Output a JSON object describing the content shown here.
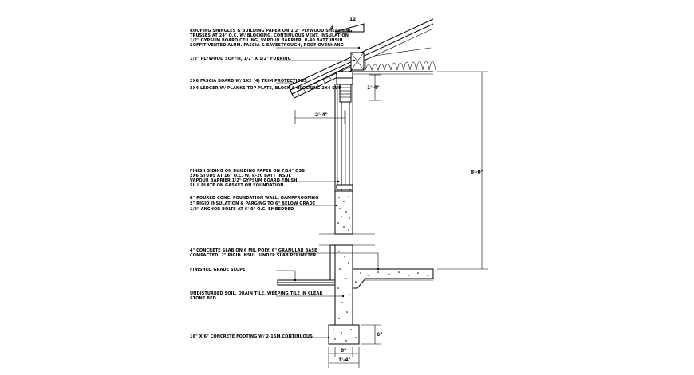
{
  "notes": {
    "roofing": [
      "ROOFING SHINGLES & BUILDING PAPER ON 1/2\" PLYWOOD SHEATHING",
      "TRUSSES AT 24\" O.C. W/ BLOCKING, CONTINUOUS VENT, INSULATION",
      "1/2\" GYPSUM BOARD CEILING, VAPOUR BARRIER, R-40 BATT INSUL",
      "SOFFIT VENTED ALUM. FASCIA & EAVESTROUGH, ROOF OVERHANG"
    ],
    "soffit": "1/2\" PLYWOOD SOFFIT, 1/2\" X 1/2\" FURRING",
    "fascia": [
      "2X6 FASCIA BOARD W/ 1X2 (4) TRIM PROTECTIONS",
      "2X4 LEDGER W/ PLANKS TOP PLATE, BLOCK & BLOCKING 2X4 SUP"
    ],
    "wall": [
      "FINISH SIDING ON BUILDING PAPER ON 7/16\" OSB",
      "2X6 STUDS AT 16\" O.C. W/ R-20 BATT INSUL",
      "VAPOUR BARRIER 1/2\" GYPSUM BOARD FINISH",
      "SILL PLATE ON GASKET ON FOUNDATION"
    ],
    "foundation_wall": [
      "8\" POURED CONC. FOUNDATION WALL, DAMPPROOFING",
      "2\" RIGID INSULATION & PARGING TO 6\" BELOW GRADE",
      "1/2\" ANCHOR BOLTS AT 6'-0\" O.C. EMBEDDED"
    ],
    "slab": [
      "4\" CONCRETE SLAB ON 6 MIL POLY, 6\" GRANULAR BASE",
      "COMPACTED, 2\" RIGID INSUL. UNDER SLAB PERIMETER"
    ],
    "grade": "FINISHED GRADE SLOPE",
    "footing_sub": [
      "UNDISTURBED SOIL, DRAIN TILE, WEEPING TILE IN CLEAR",
      "STONE BED"
    ],
    "footing": "16\" X 6\" CONCRETE FOOTING W/ 2-15M CONTINUOUS"
  },
  "dimensions": {
    "slope_run": "12",
    "slope_rise": "4",
    "heel": "1'-4\"",
    "overhang": "2'-4\"",
    "wall_height": "8'-0\"",
    "footing_depth": "6\"",
    "footing_width_outer": "1'-4\"",
    "footing_width_inner": "8\""
  },
  "colors": {
    "ink": "#000000",
    "background": "#ffffff"
  }
}
